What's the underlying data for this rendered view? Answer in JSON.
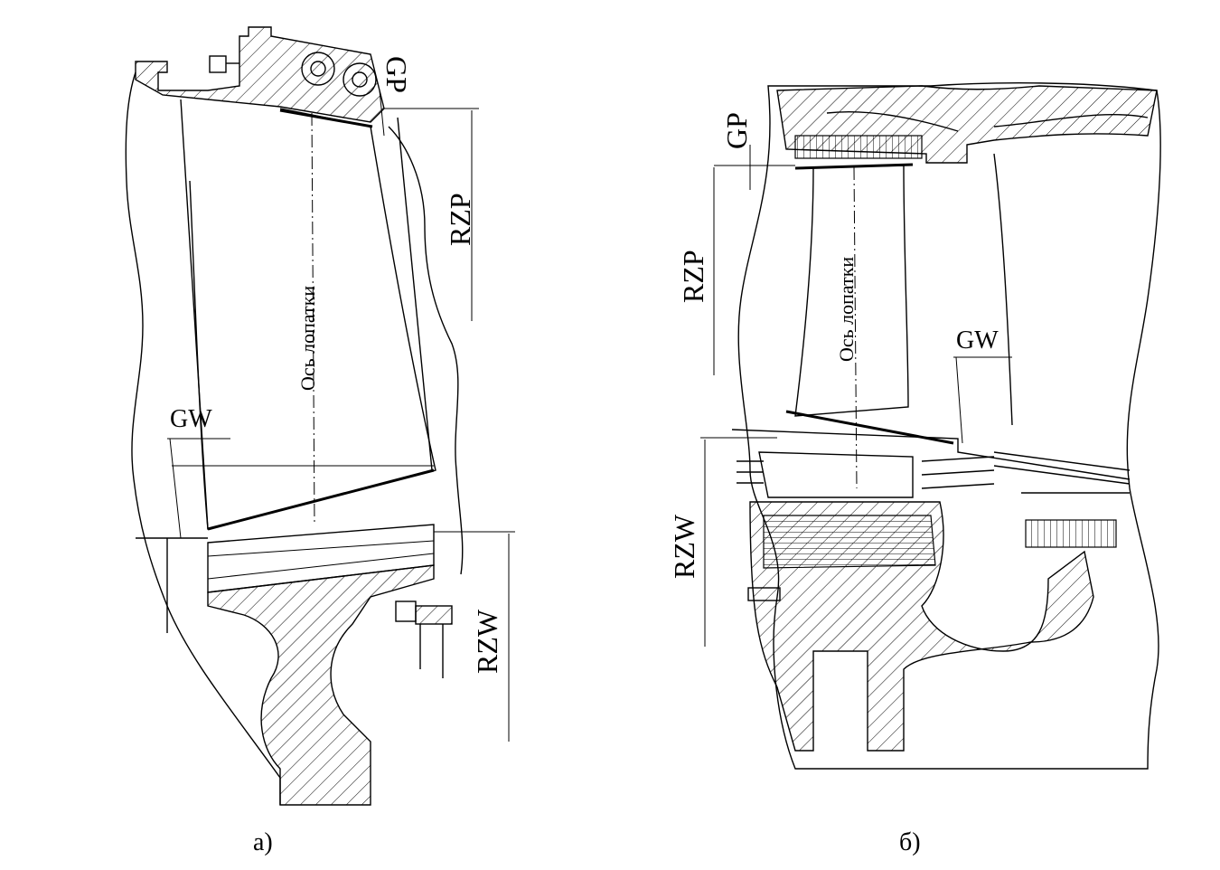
{
  "figure_a": {
    "label": "а)",
    "dim_gp": "GP",
    "dim_rzp": "RZP",
    "dim_gw": "GW",
    "dim_rzw": "RZW",
    "axis_label": "Ось лопатки"
  },
  "figure_b": {
    "label": "б)",
    "dim_gp": "GP",
    "dim_rzp": "RZP",
    "dim_gw": "GW",
    "dim_rzw": "RZW",
    "axis_label": "Ось лопатки"
  }
}
